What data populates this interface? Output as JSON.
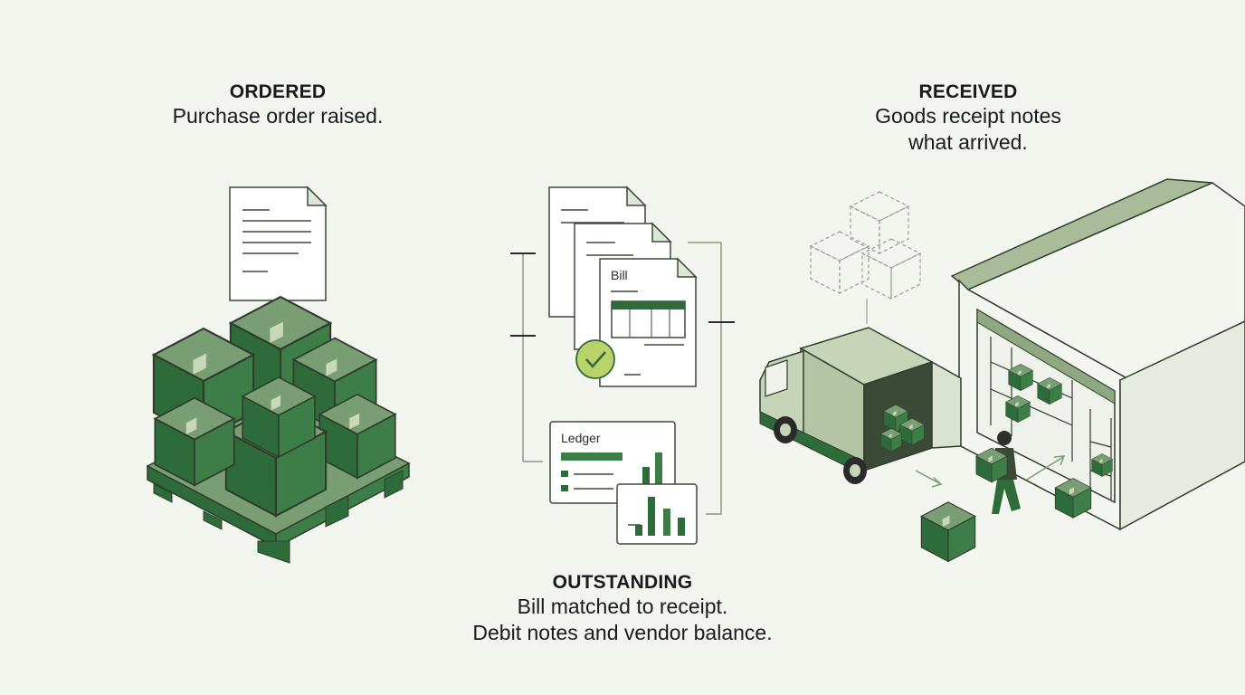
{
  "stages": {
    "ordered": {
      "title": "ORDERED",
      "lines": [
        "Purchase order raised."
      ]
    },
    "received": {
      "title": "RECEIVED",
      "lines": [
        "Goods receipt notes",
        "what arrived."
      ]
    },
    "outstanding": {
      "title": "OUTSTANDING",
      "lines": [
        "Bill matched to receipt.",
        "Debit notes and vendor balance."
      ]
    }
  },
  "documents": {
    "bill_label": "Bill",
    "ledger_label": "Ledger"
  },
  "colors": {
    "background": "#f2f6ef",
    "box_dark": "#2e6b3a",
    "box_light": "#7a9e74",
    "outline": "#3a4a36",
    "check": "#b9d36a"
  },
  "icons": [
    "document-icon",
    "box-stack-icon",
    "check-icon",
    "truck-icon",
    "warehouse-icon",
    "worker-icon"
  ]
}
